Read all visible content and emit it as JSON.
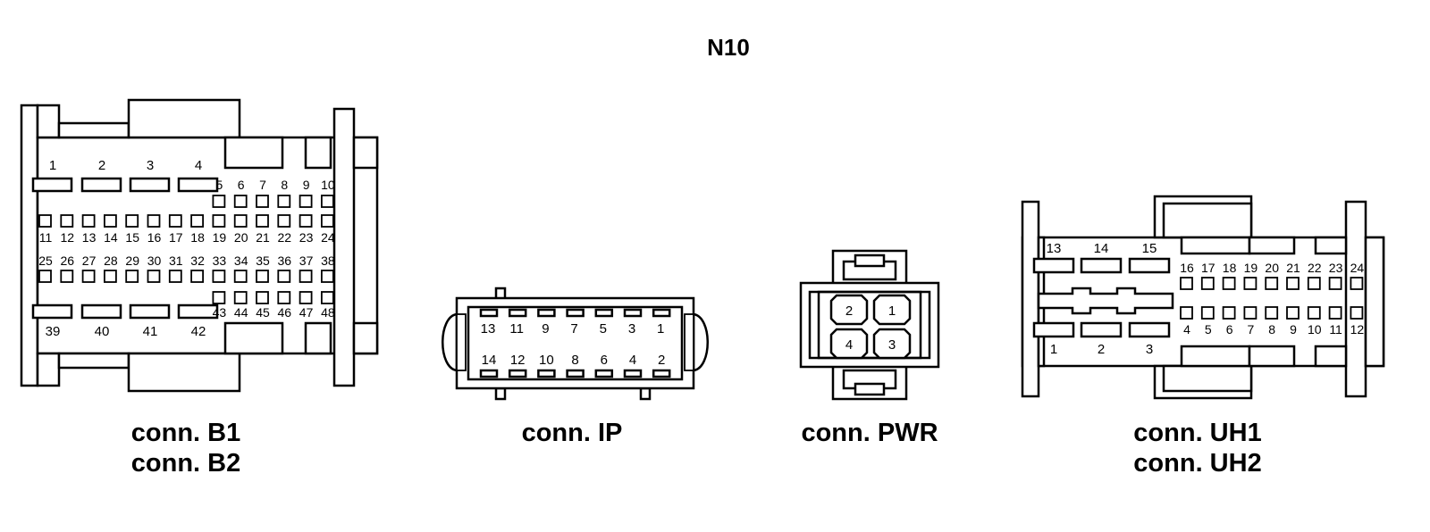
{
  "diagram_title": "N10",
  "connectors": {
    "b": {
      "caption_lines": [
        "conn. B1",
        "conn. B2"
      ],
      "top_large": [
        "1",
        "2",
        "3",
        "4"
      ],
      "bottom_large": [
        "39",
        "40",
        "41",
        "42"
      ],
      "row_5_10": [
        "5",
        "6",
        "7",
        "8",
        "9",
        "10"
      ],
      "row_11_24": [
        "11",
        "12",
        "13",
        "14",
        "15",
        "16",
        "17",
        "18",
        "19",
        "20",
        "21",
        "22",
        "23",
        "24"
      ],
      "row_25_38": [
        "25",
        "26",
        "27",
        "28",
        "29",
        "30",
        "31",
        "32",
        "33",
        "34",
        "35",
        "36",
        "37",
        "38"
      ],
      "row_43_48": [
        "43",
        "44",
        "45",
        "46",
        "47",
        "48"
      ]
    },
    "ip": {
      "caption": "conn. IP",
      "top_row": [
        "13",
        "11",
        "9",
        "7",
        "5",
        "3",
        "1"
      ],
      "bottom_row": [
        "14",
        "12",
        "10",
        "8",
        "6",
        "4",
        "2"
      ]
    },
    "pwr": {
      "caption": "conn. PWR",
      "pins": [
        "2",
        "1",
        "4",
        "3"
      ]
    },
    "uh": {
      "caption_lines": [
        "conn. UH1",
        "conn. UH2"
      ],
      "top_large": [
        "13",
        "14",
        "15"
      ],
      "bottom_large": [
        "1",
        "2",
        "3"
      ],
      "top_small": [
        "16",
        "17",
        "18",
        "19",
        "20",
        "21",
        "22",
        "23",
        "24"
      ],
      "bottom_small": [
        "4",
        "5",
        "6",
        "7",
        "8",
        "9",
        "10",
        "11",
        "12"
      ]
    }
  }
}
